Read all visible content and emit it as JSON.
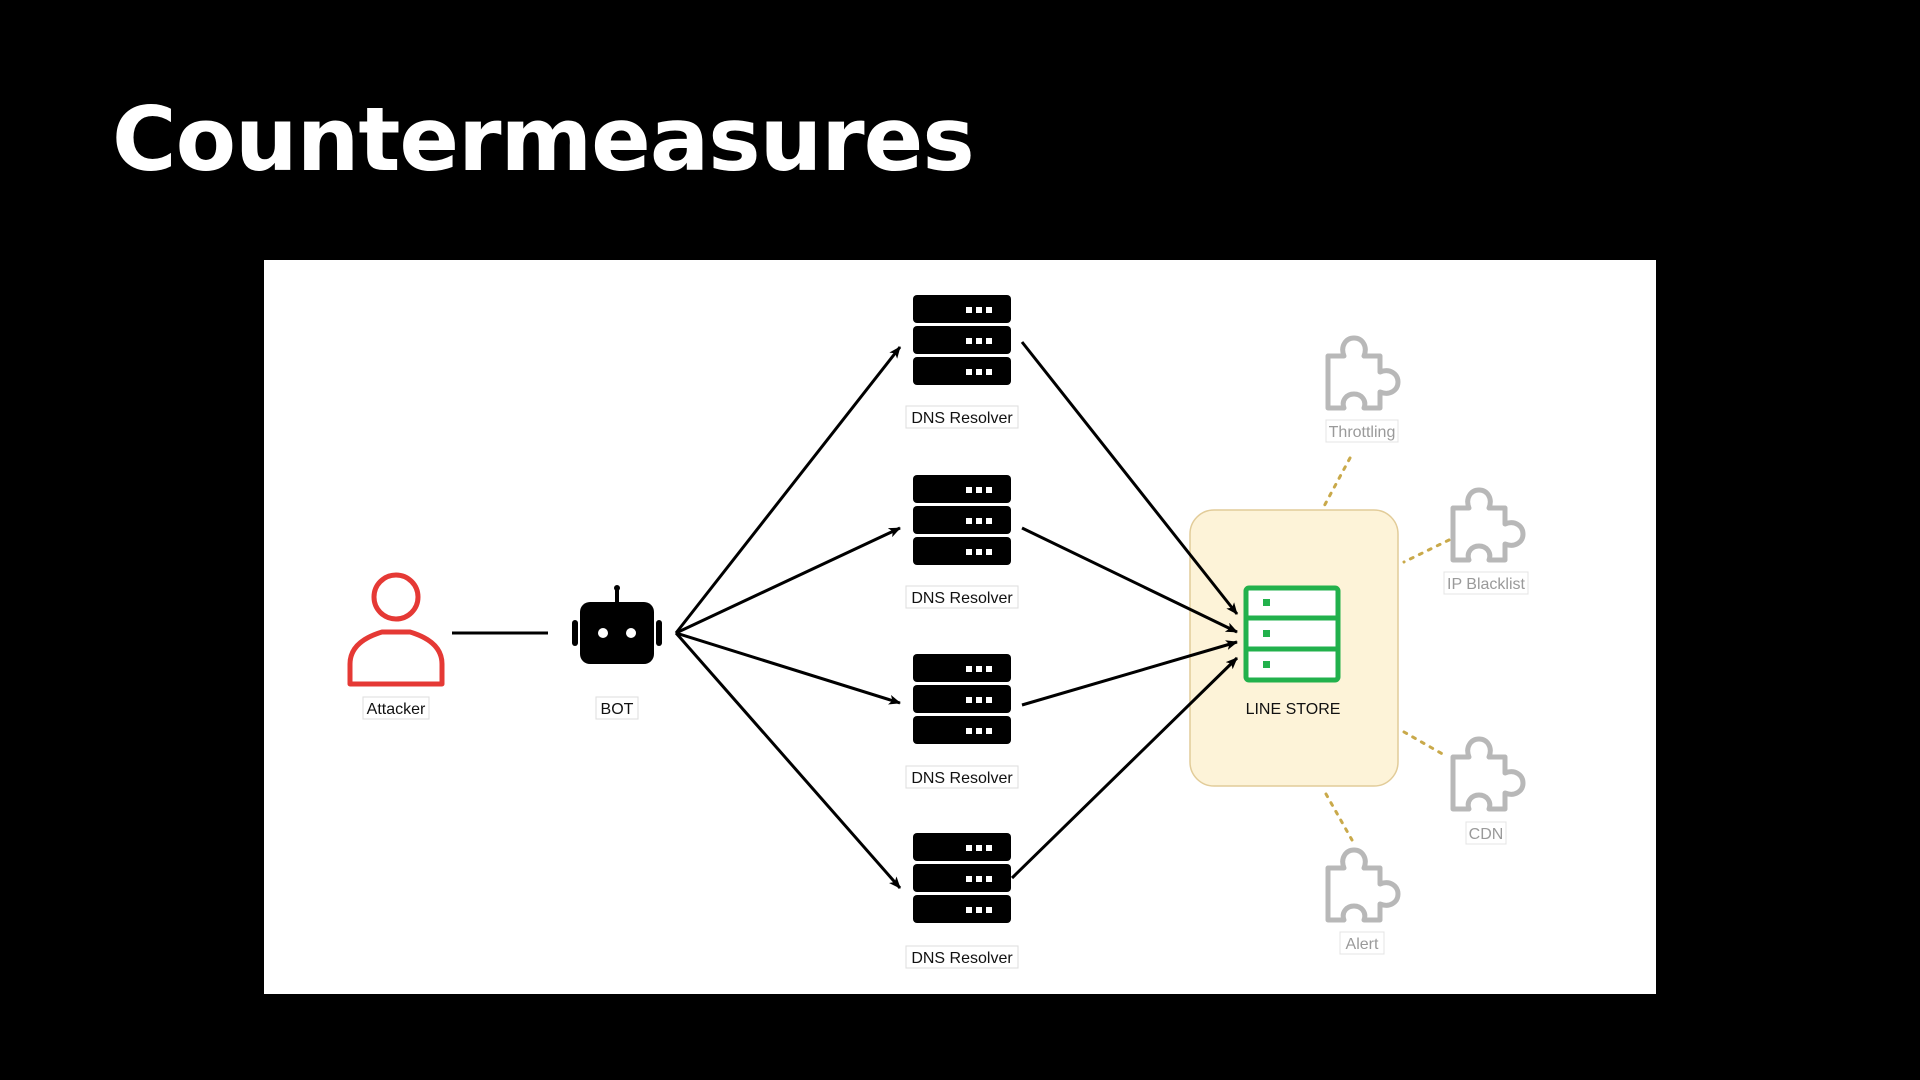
{
  "slide": {
    "title": "Countermeasures"
  },
  "diagram": {
    "attacker": {
      "label": "Attacker",
      "icon": "user-icon",
      "color": "#e53935"
    },
    "bot": {
      "label": "BOT",
      "icon": "robot-icon"
    },
    "resolvers": [
      {
        "label": "DNS Resolver",
        "icon": "server-icon"
      },
      {
        "label": "DNS Resolver",
        "icon": "server-icon"
      },
      {
        "label": "DNS Resolver",
        "icon": "server-icon"
      },
      {
        "label": "DNS Resolver",
        "icon": "server-icon"
      }
    ],
    "target": {
      "label": "LINE STORE",
      "icon": "server-icon",
      "color": "#22b14c",
      "box_color": "#fdf3d8"
    },
    "countermeasures": [
      {
        "label": "Throttling",
        "icon": "puzzle-icon"
      },
      {
        "label": "IP Blacklist",
        "icon": "puzzle-icon"
      },
      {
        "label": "CDN",
        "icon": "puzzle-icon"
      },
      {
        "label": "Alert",
        "icon": "puzzle-icon"
      }
    ]
  }
}
